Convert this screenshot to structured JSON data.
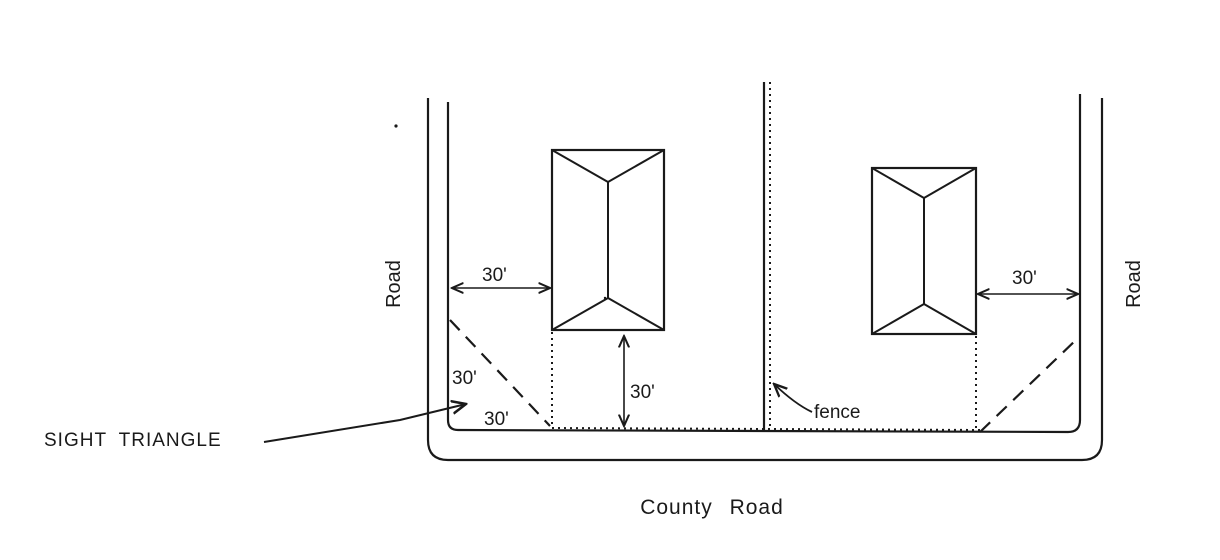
{
  "labels": {
    "road_left": "Road",
    "road_right": "Road",
    "county_road": "County Road",
    "sight_triangle": "SIGHT TRIANGLE",
    "fence": "fence"
  },
  "dimensions": {
    "left_setback": "30'",
    "front_setback": "30'",
    "triangle_vertical_leg": "30'",
    "triangle_horizontal_leg": "30'",
    "right_setback": "30'"
  },
  "colors": {
    "ink": "#1a1a1a",
    "background": "#ffffff"
  }
}
